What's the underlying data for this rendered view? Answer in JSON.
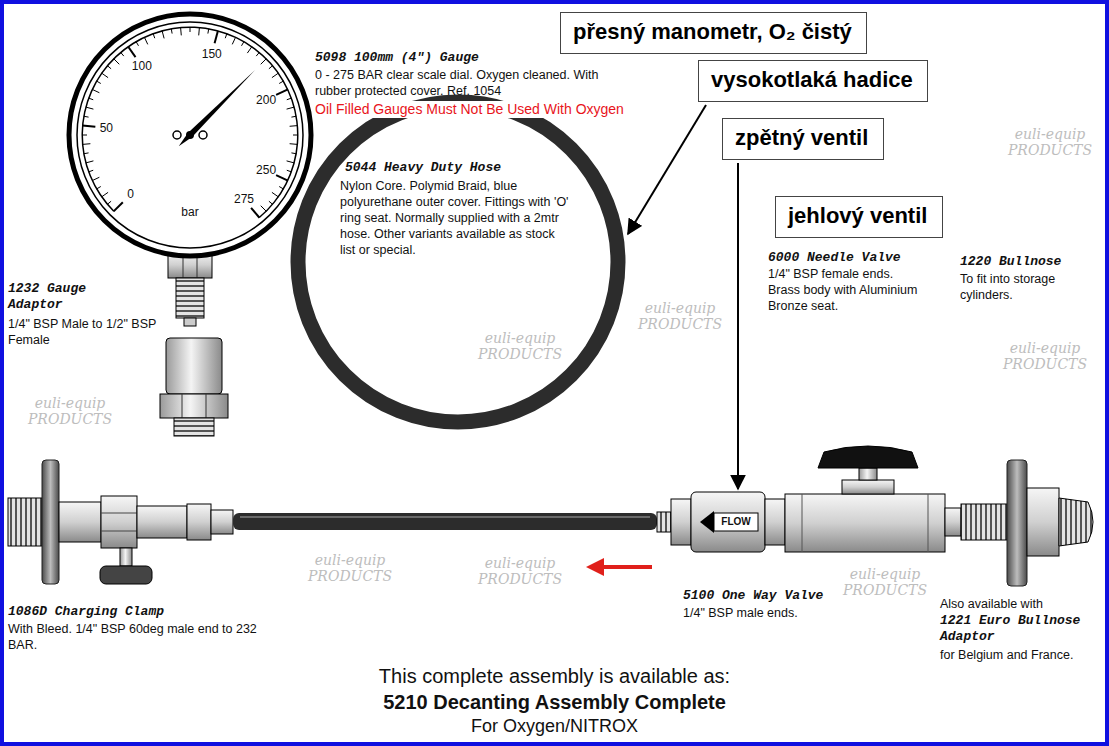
{
  "diagram": {
    "nodes": [
      {
        "text": [
          "přesný manometr, O₂ čistý"
        ]
      },
      {
        "text": [
          "vysokotlaká hadice"
        ]
      },
      {
        "text": [
          "zpětný ventil"
        ]
      },
      {
        "text": [
          "jehlový ventil"
        ]
      }
    ],
    "labels": [
      "5098 100mm (4\") Gauge",
      "0 - 275 BAR clear scale dial. Oxygen cleaned. With rubber protected cover. Ref. 1054",
      "Oil Filled Gauges Must Not Be Used With Oxygen",
      "0",
      "50",
      "100",
      "150",
      "200",
      "250",
      "275",
      "bar",
      "5044 Heavy Duty Hose",
      "Nylon Core. Polymid Braid, blue polyurethane outer cover. Fittings with 'O' ring seat. Normally supplied with a 2mtr hose. Other variants available as stock list or special.",
      "1232 Gauge Adaptor",
      "1/4\" BSP Male to 1/2\" BSP Female",
      "6000 Needle Valve",
      "1/4\" BSP female ends. Brass body with Aluminium Bronze seat.",
      "1220 Bullnose",
      "To fit into storage cylinders.",
      "FLOW",
      "1086D Charging Clamp",
      "With Bleed. 1/4\" BSP 60deg male end to 232 BAR.",
      "5100 One Way Valve",
      "1/4\" BSP male ends.",
      "Also available with",
      "1221 Euro Bullnose Adaptor",
      "for Belgium and France.",
      "This complete assembly is available as:",
      "5210 Decanting Assembly Complete",
      "For Oxygen/NITROX",
      "euli-equip PRODUCTS",
      "euli-equip PRODUCTS",
      "euli-equip PRODUCTS",
      "euli-equip PRODUCTS",
      "euli-equip PRODUCTS",
      "euli-equip PRODUCTS",
      "euli-equip PRODUCTS",
      "euli-equip PRODUCTS"
    ]
  }
}
